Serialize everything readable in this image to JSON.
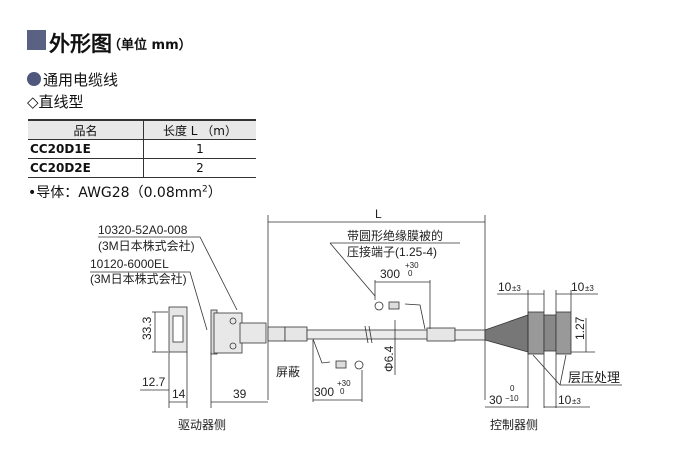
{
  "header": {
    "title": "外形图",
    "unit": "（单位 mm）"
  },
  "section": {
    "cable_type": "通用电缆线",
    "form": "◇直线型"
  },
  "table": {
    "headers": [
      "品名",
      "长度 L （m）"
    ],
    "rows": [
      {
        "model": "CC20D1E",
        "length": "1"
      },
      {
        "model": "CC20D2E",
        "length": "2"
      }
    ]
  },
  "conductor": {
    "label": "•导体：AWG28（0.08mm",
    "sup": "2",
    "close": "）"
  },
  "drawing": {
    "L": "L",
    "connector1_part": "10320-52A0-008",
    "connector1_maker": "(3M日本株式会社)",
    "connector2_part": "10120-6000EL",
    "connector2_maker": "(3M日本株式会社)",
    "terminal_line1": "带圆形绝缘膜被的",
    "terminal_line2": "压接端子(1.25-4)",
    "dim_300": "300",
    "tol_plus30": "+30",
    "tol_0": "0",
    "dim_33_3": "33.3",
    "dim_12_7": "12.7",
    "dim_14": "14",
    "dim_39": "39",
    "dim_phi": "Φ6.4",
    "shield": "屏蔽",
    "dim_30": "30",
    "tol_minus10": "−10",
    "dim_10": "10",
    "tol_pm3": "±3",
    "dim_1_27": "1.27",
    "laminate": "层压处理",
    "driver_side": "驱动器侧",
    "controller_side": "控制器侧"
  }
}
